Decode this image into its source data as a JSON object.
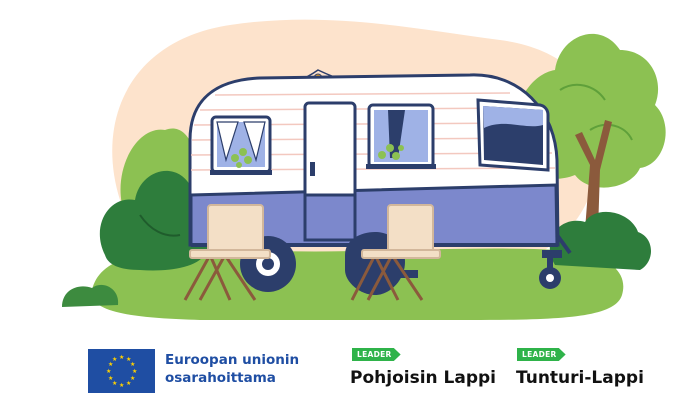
{
  "illustration": {
    "subject": "camper-trailer-icon",
    "colors": {
      "sky_blob": "#fde3cc",
      "grass": "#8cc152",
      "tree_dark": "#2e7d3c",
      "tree_light": "#8cc152",
      "caravan_body": "#ffffff",
      "caravan_stripe": "#7c88cc",
      "outline": "#2c3e6b",
      "chair": "#f3dfc6",
      "bulb": "#f6a623"
    }
  },
  "footer": {
    "eu": {
      "icon": "eu-flag-icon",
      "line1": "Euroopan unionin",
      "line2": "osarahoittama",
      "color": "#1f4ea3"
    },
    "leader_1": {
      "badge": "LEADER",
      "name": "Pohjoisin Lappi",
      "badge_color": "#2fb34a"
    },
    "leader_2": {
      "badge": "LEADER",
      "name": "Tunturi-Lappi",
      "badge_color": "#2fb34a"
    }
  }
}
